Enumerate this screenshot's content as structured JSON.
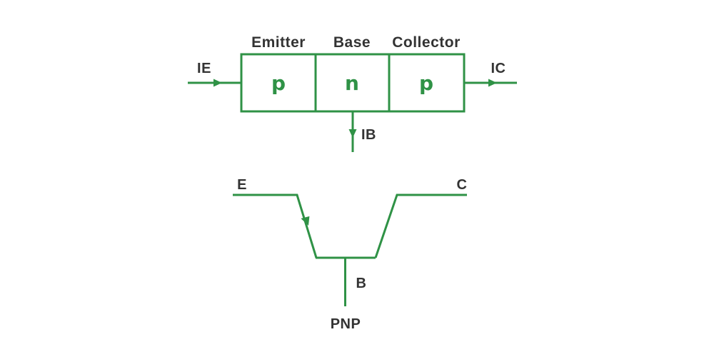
{
  "colors": {
    "accent_green": "#2f9246",
    "text_dark": "#333333",
    "background": "#ffffff"
  },
  "block_diagram": {
    "headers": {
      "emitter": "Emitter",
      "base": "Base",
      "collector": "Collector"
    },
    "regions": {
      "emitter": "p",
      "base": "n",
      "collector": "p"
    },
    "currents": {
      "emitter": "IE",
      "base": "IB",
      "collector": "IC"
    }
  },
  "symbol": {
    "terminals": {
      "emitter": "E",
      "base": "B",
      "collector": "C"
    },
    "caption": "PNP"
  }
}
